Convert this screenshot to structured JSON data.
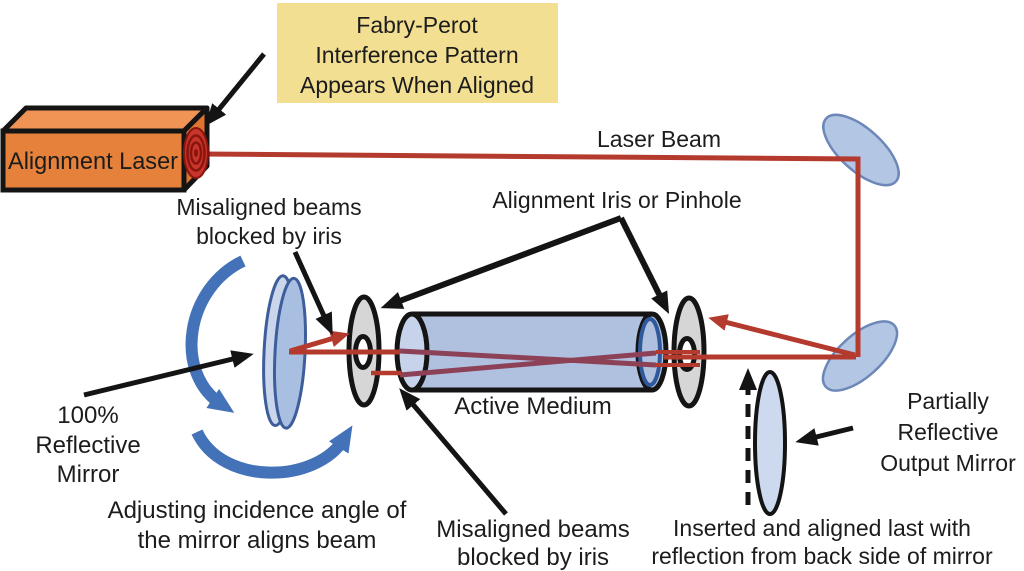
{
  "figure": {
    "type": "optics-alignment-diagram",
    "labels": {
      "note": {
        "lines": [
          "Fabry-Perot",
          "Interference Pattern",
          "Appears When Aligned"
        ]
      },
      "alignment_laser": "Alignment Laser",
      "laser_beam": "Laser Beam",
      "iris_label": "Alignment Iris or Pinhole",
      "misaligned_top": {
        "lines": [
          "Misaligned beams",
          "blocked by iris"
        ]
      },
      "misaligned_bottom": {
        "lines": [
          "Misaligned beams",
          "blocked by iris"
        ]
      },
      "hr_mirror": {
        "lines": [
          "100%",
          "Reflective",
          "Mirror"
        ]
      },
      "adjust": {
        "lines": [
          "Adjusting incidence angle of",
          "the mirror aligns beam"
        ]
      },
      "active_medium": "Active Medium",
      "output_mirror": {
        "lines": [
          "Partially",
          "Reflective",
          "Output Mirror"
        ]
      },
      "inserted": {
        "lines": [
          "Inserted and aligned last with",
          "reflection from back side of mirror"
        ]
      }
    },
    "colors": {
      "beam_red": "#b43a2e",
      "misaligned_maroon": "#8d4156",
      "laser_orange": "#e5813a",
      "laser_orange_top": "#ef9455",
      "laser_orange_side": "#df7430",
      "bullseye_red": "#c8352a",
      "bullseye_ring": "#8a150f",
      "note_yellow": "#f2df92",
      "optic_blue": "#b3c6e4",
      "optic_blue_light": "#ccd9ee",
      "mirror_front_blue": "#a9bfe2",
      "mirror_back_blue": "#c9d6ec",
      "glass_blue": "#afc1df",
      "glass_cap_blue": "#c6d3ea",
      "arrow_blue": "#4472b8",
      "iris_gray": "#d6d6d6",
      "outline_black": "#141414"
    }
  }
}
